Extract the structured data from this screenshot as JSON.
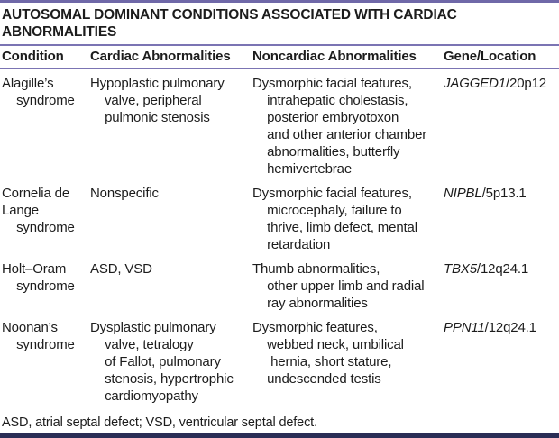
{
  "table": {
    "title": "AUTOSOMAL DOMINANT CONDITIONS ASSOCIATED WITH CARDIAC\nABNORMALITIES",
    "columns": [
      "Condition",
      "Cardiac Abnormalities",
      "Noncardiac Abnormalities",
      "Gene/Location"
    ],
    "rows": [
      {
        "condition": "Alagille’s\n    syndrome",
        "cardiac": "Hypoplastic pulmonary\n    valve, peripheral\n    pulmonic stenosis",
        "noncardiac": "Dysmorphic facial features,\n    intrahepatic cholestasis,\n    posterior embryotoxon\n    and other anterior chamber\n    abnormalities, butterfly\n    hemivertebrae",
        "gene": "JAGGED1",
        "location": "/20p12"
      },
      {
        "condition": "Cornelia de\nLange\n    syndrome",
        "cardiac": "Nonspecific",
        "noncardiac": "Dysmorphic facial features,\n    microcephaly, failure to\n    thrive, limb defect, mental\n    retardation",
        "gene": "NIPBL",
        "location": "/5p13.1"
      },
      {
        "condition": "Holt–Oram\n    syndrome",
        "cardiac": "ASD, VSD",
        "noncardiac": "Thumb abnormalities,\n    other upper limb and radial\n    ray abnormalities",
        "gene": "TBX5",
        "location": "/12q24.1"
      },
      {
        "condition": "Noonan’s\n    syndrome",
        "cardiac": "Dysplastic pulmonary\n    valve, tetralogy\n    of Fallot, pulmonary\n    stenosis, hypertrophic\n    cardiomyopathy",
        "noncardiac": "Dysmorphic features,\n    webbed neck, umbilical\n     hernia, short stature,\n    undescended testis",
        "gene": "PPN11",
        "location": "/12q24.1"
      }
    ],
    "footnote": "ASD, atrial septal defect; VSD, ventricular septal defect."
  }
}
